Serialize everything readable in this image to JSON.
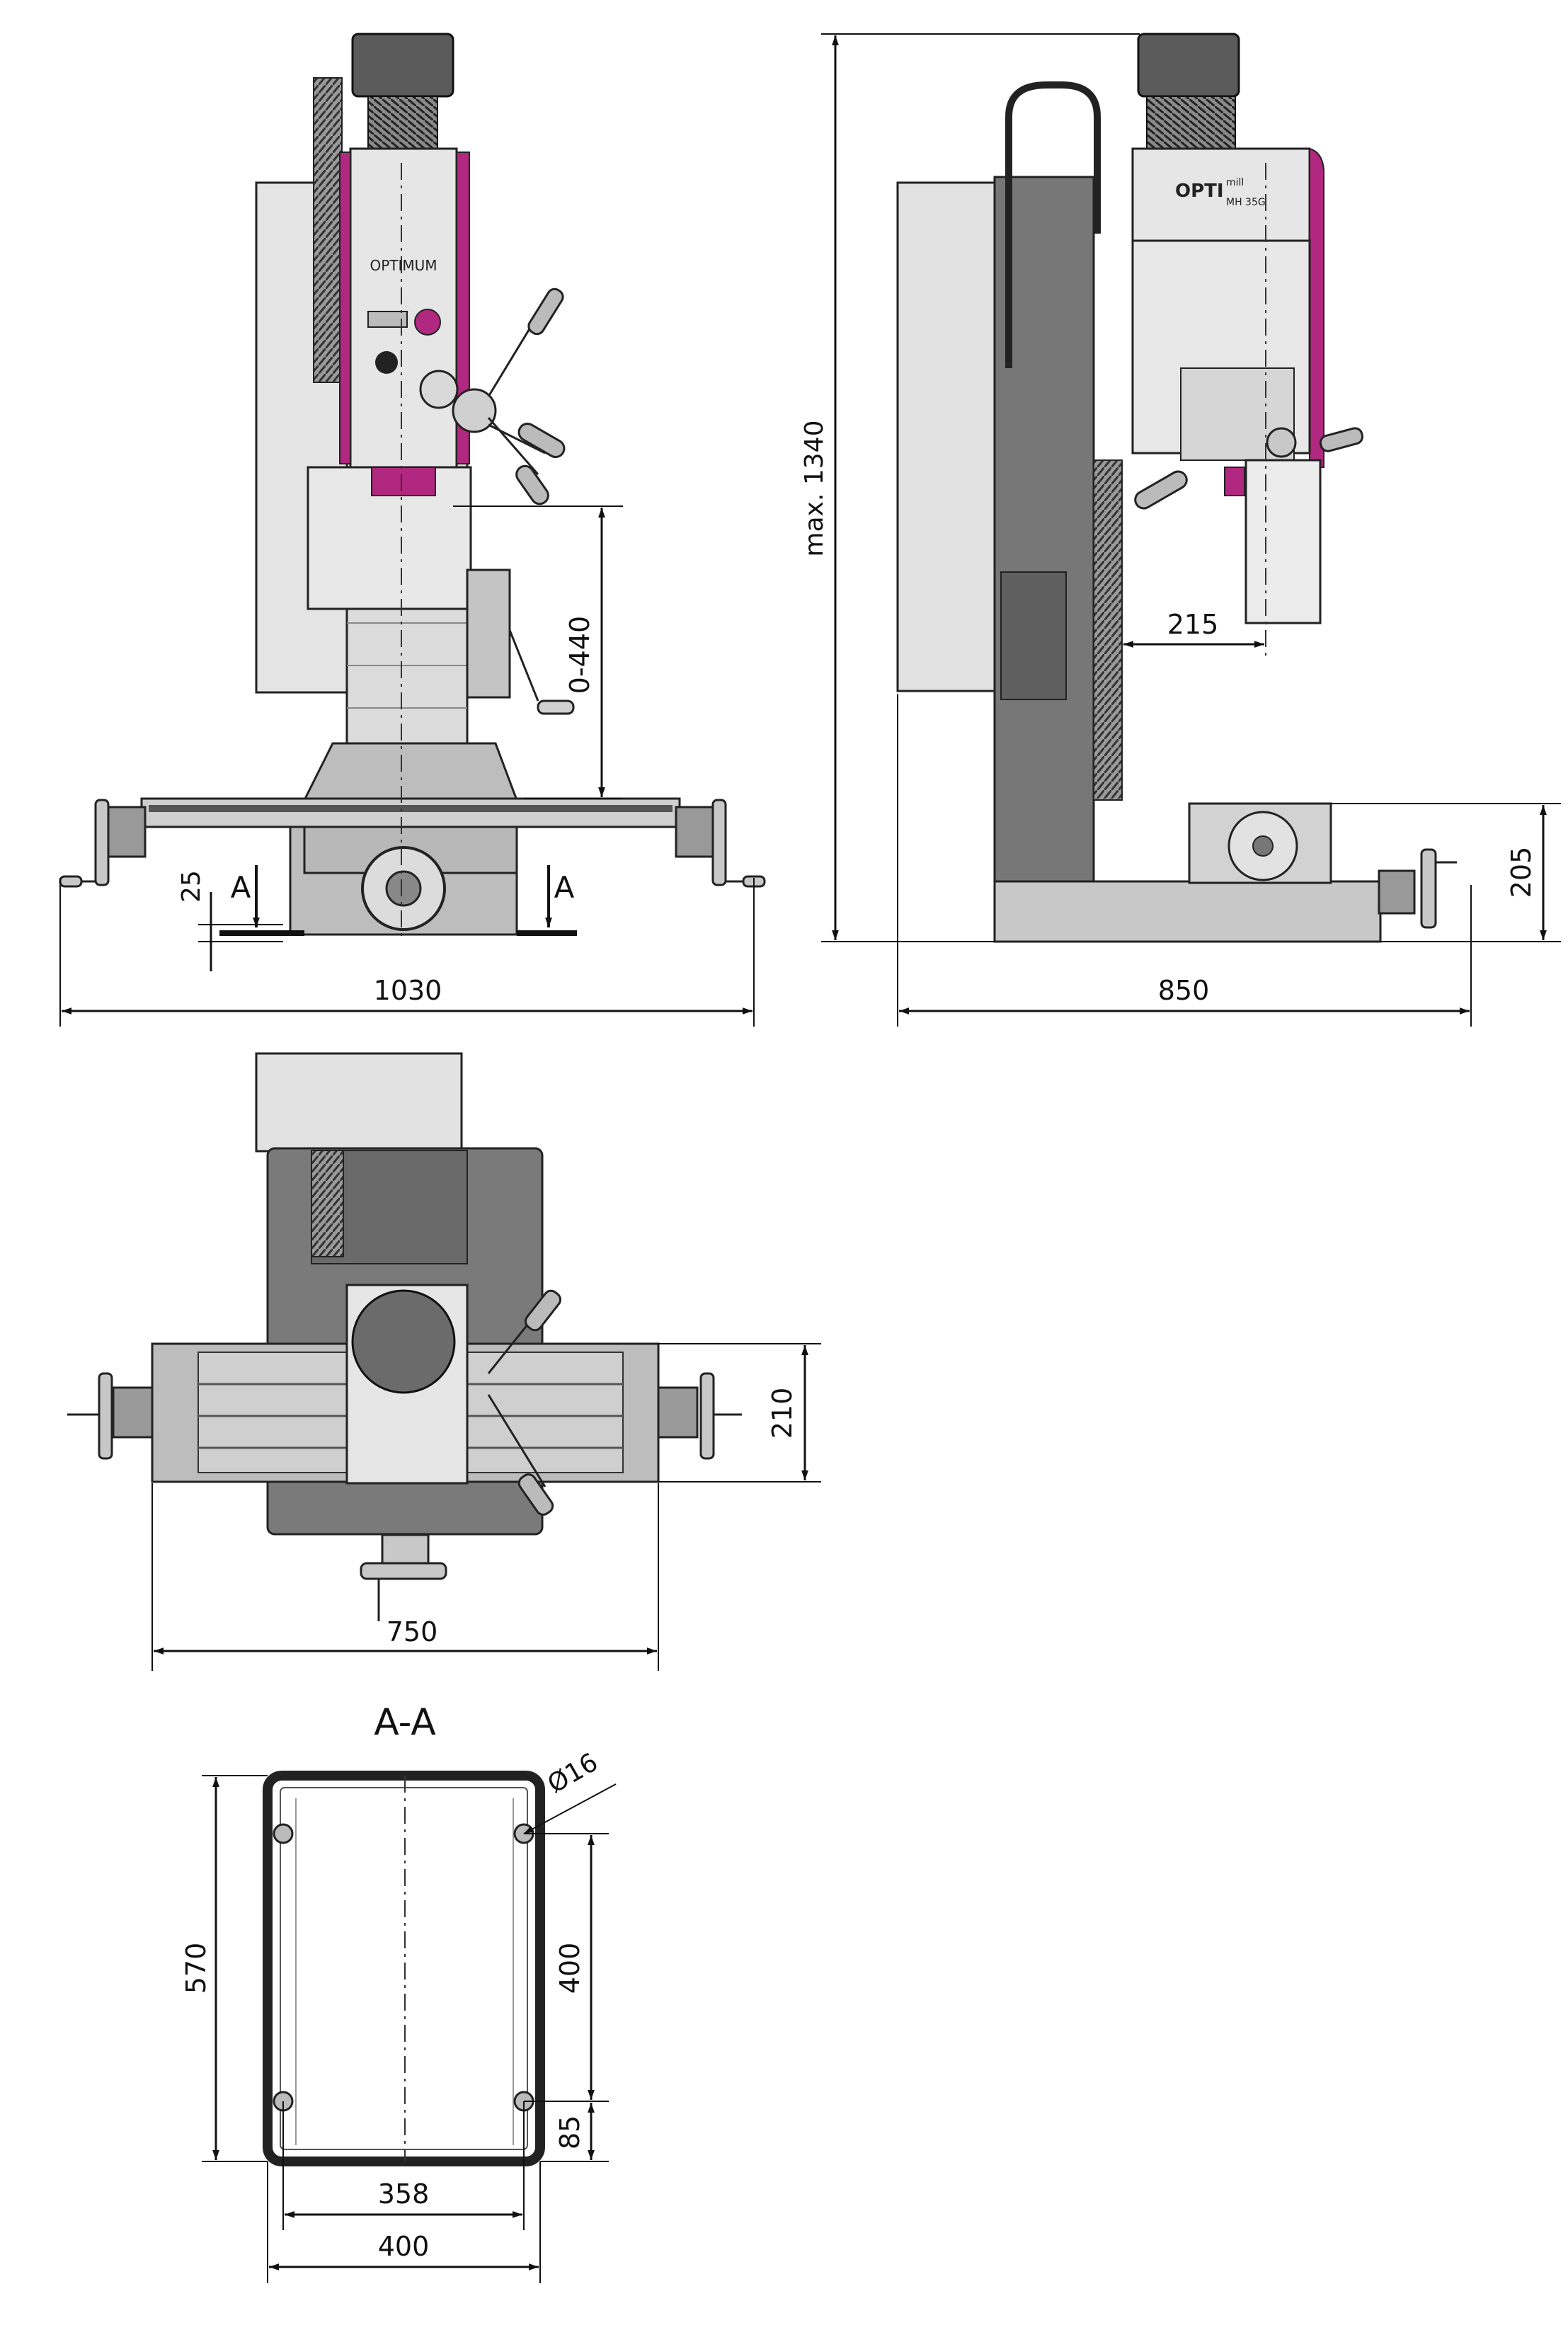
{
  "front_view": {
    "height_range": "0-440",
    "section_marker_left": "A",
    "section_marker_right": "A",
    "base_offset": "25",
    "overall_width": "1030",
    "brand_logo": "OPTIMUM"
  },
  "side_view": {
    "max_height": "max. 1340",
    "throat": "215",
    "table_height": "205",
    "overall_depth": "850",
    "logo_opti": "OPTI",
    "logo_mill": "mill",
    "logo_model": "MH 35G"
  },
  "top_view": {
    "table_depth": "210",
    "table_width": "750"
  },
  "section_view": {
    "title": "A-A",
    "hole_diameter": "Ø16",
    "base_length": "570",
    "hole_spacing_y": "400",
    "hole_offset_y": "85",
    "hole_spacing_x": "358",
    "base_width": "400"
  },
  "colors": {
    "accent_magenta": "#b0287f",
    "machine_light": "#e2e2e2",
    "machine_mid": "#a9a9a9",
    "machine_dark": "#6f6f6f",
    "line": "#111111"
  }
}
